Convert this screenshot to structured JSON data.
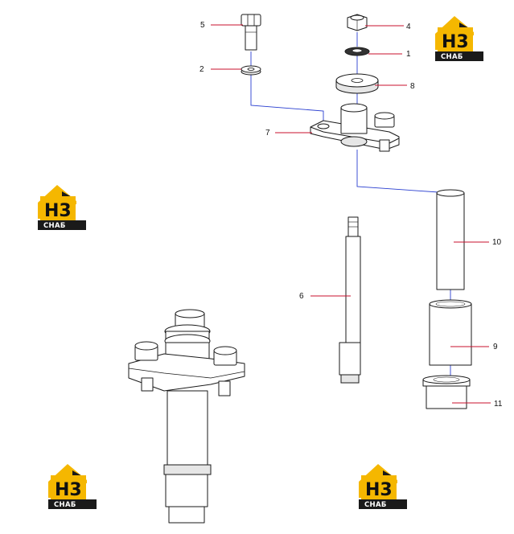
{
  "diagram": {
    "callouts": [
      {
        "id": "c1",
        "label": "1"
      },
      {
        "id": "c2",
        "label": "2"
      },
      {
        "id": "c4",
        "label": "4"
      },
      {
        "id": "c5",
        "label": "5"
      },
      {
        "id": "c6",
        "label": "6"
      },
      {
        "id": "c7",
        "label": "7"
      },
      {
        "id": "c8",
        "label": "8"
      },
      {
        "id": "c9",
        "label": "9"
      },
      {
        "id": "c10",
        "label": "10"
      },
      {
        "id": "c11",
        "label": "11"
      }
    ],
    "colors": {
      "leader": "#c8102e",
      "axis": "#2a3fd0",
      "logo_yellow": "#f5b700",
      "logo_dark": "#1a1a1a"
    }
  },
  "watermark": {
    "mark": "H3",
    "caption": "СНАБ"
  }
}
